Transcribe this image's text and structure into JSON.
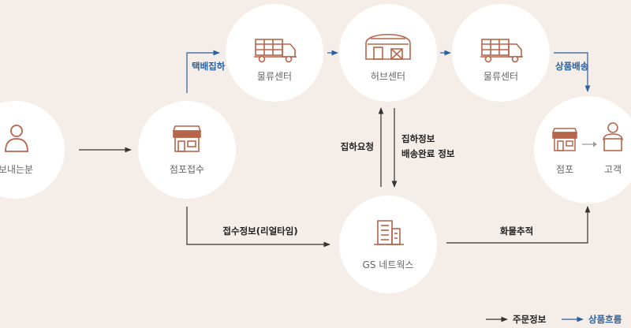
{
  "nodes": {
    "sender": "보내는분",
    "store_receipt": "점포접수",
    "logistics_center_1": "물류센터",
    "hub_center": "허브센터",
    "logistics_center_2": "물류센터",
    "gs_networks": "GS 네트웍스",
    "dest_store": "점포",
    "customer": "고객"
  },
  "edges": {
    "courier_pickup": "택배집하",
    "product_delivery": "상품배송",
    "pickup_request": "집하요청",
    "pickup_info": "집하정보",
    "delivery_complete_info": "배송완료 정보",
    "receipt_info_realtime": "접수정보(리얼타임)",
    "cargo_tracking": "화물추적"
  },
  "legend": {
    "order_info": "주문정보",
    "product_flow": "상품흐름"
  },
  "colors": {
    "background": "#f4ede8",
    "node_fill": "#ffffff",
    "icon": "#b6654a",
    "order_arrow": "#333333",
    "product_arrow": "#2a5f9e"
  }
}
